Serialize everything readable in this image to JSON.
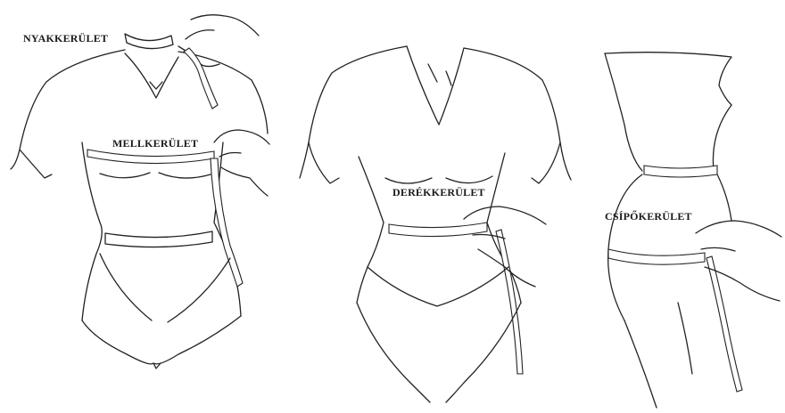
{
  "labels": {
    "neck": "NYAKKERÜLET",
    "bust": "MELLKERÜLET",
    "waist": "DERÉKKERÜLET",
    "hip": "CSÍPŐKERÜLET"
  },
  "icons": [
    "neck-figure",
    "bust-figure",
    "waist-figure",
    "hip-figure",
    "measuring-tape",
    "hand"
  ]
}
